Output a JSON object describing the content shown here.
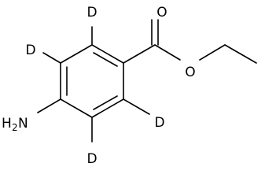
{
  "atoms": {
    "ortho_top_d": "D",
    "meta_top_d": "D",
    "ortho_bottom_d": "D",
    "meta_bottom_d": "D",
    "carbonyl_o": "O",
    "ester_o": "O",
    "amine_h": "H",
    "amine_h_count": "2",
    "amine_n": "N"
  }
}
